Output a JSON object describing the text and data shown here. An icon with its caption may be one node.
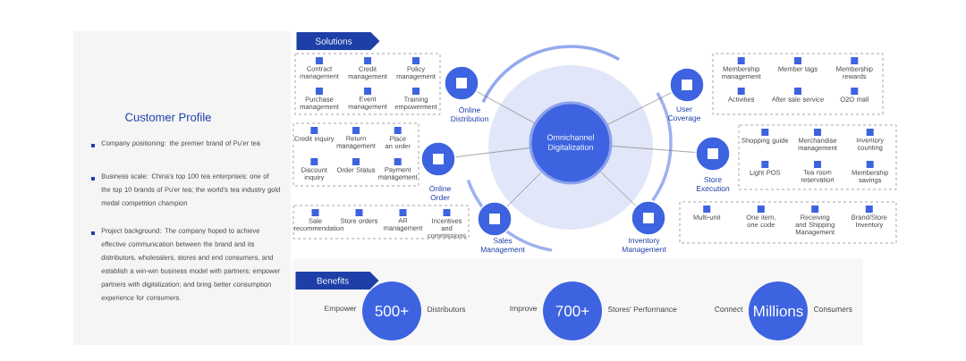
{
  "diagram": {
    "nodes": [
      {
        "text": [
          "Solutions"
        ]
      },
      {
        "text": [
          "Omnichannel Digitalization"
        ]
      },
      {
        "text": [
          "Online Distribution"
        ]
      },
      {
        "text": [
          "User Coverage"
        ]
      },
      {
        "text": [
          "Online Order"
        ]
      },
      {
        "text": [
          "Store Execution"
        ]
      },
      {
        "text": [
          "Sales Management"
        ]
      },
      {
        "text": [
          "Inventory Management"
        ]
      },
      {
        "text": [
          "Contract management",
          "Credit management",
          "Policy management",
          "Purchase management",
          "Event management",
          "Training empowerment"
        ]
      },
      {
        "text": [
          "Membership management",
          "Member tags",
          "Membership rewards",
          "Activities",
          "After sale service",
          "O2O mall"
        ]
      },
      {
        "text": [
          "Credit inquiry",
          "Return management",
          "Place an order",
          "Discount inquiry",
          "Order Status",
          "Payment management"
        ]
      },
      {
        "text": [
          "Shopping guide",
          "Merchandise management",
          "Inventory counting",
          "Light POS",
          "Tea room reservation",
          "Membership savings"
        ]
      },
      {
        "text": [
          "Sale recommendation",
          "Store orders",
          "AR management",
          "Incentives and commissions"
        ]
      },
      {
        "text": [
          "Multi-unit",
          "One item, one code",
          "Receiving and Shipping Management",
          "Brand/Store Inventory"
        ]
      },
      {
        "text": [
          "Benefits"
        ]
      },
      {
        "text": [
          "500+"
        ],
        "beside": [
          "Empower",
          "Distributors"
        ]
      },
      {
        "text": [
          "700+"
        ],
        "beside": [
          "Improve",
          "Stores' Performance"
        ]
      },
      {
        "text": [
          "Millions"
        ],
        "beside": [
          "Connect",
          "Consumers"
        ]
      }
    ],
    "edges": [
      {
        "from": 1,
        "to": 2,
        "arrow": "none"
      },
      {
        "from": 1,
        "to": 3,
        "arrow": "none"
      },
      {
        "from": 1,
        "to": 4,
        "arrow": "none"
      },
      {
        "from": 1,
        "to": 5,
        "arrow": "none"
      },
      {
        "from": 1,
        "to": 6,
        "arrow": "none"
      },
      {
        "from": 1,
        "to": 7,
        "arrow": "none"
      }
    ],
    "labels": [
      "Customer Profile",
      "Company positioning: the premier brand of Pu'er tea",
      "Business scale: China's top 100 tea enterprises; one of the top 10 brands of Pu'er tea; the world's tea industry gold medal competition champion",
      "Project background: The company hoped to achieve effective communication between the brand and its distributors, wholesalers, stores and end consumers, and establish a win-win business model with partners; empower partners with digitalization; and bring better consumption experience for consumers."
    ]
  }
}
